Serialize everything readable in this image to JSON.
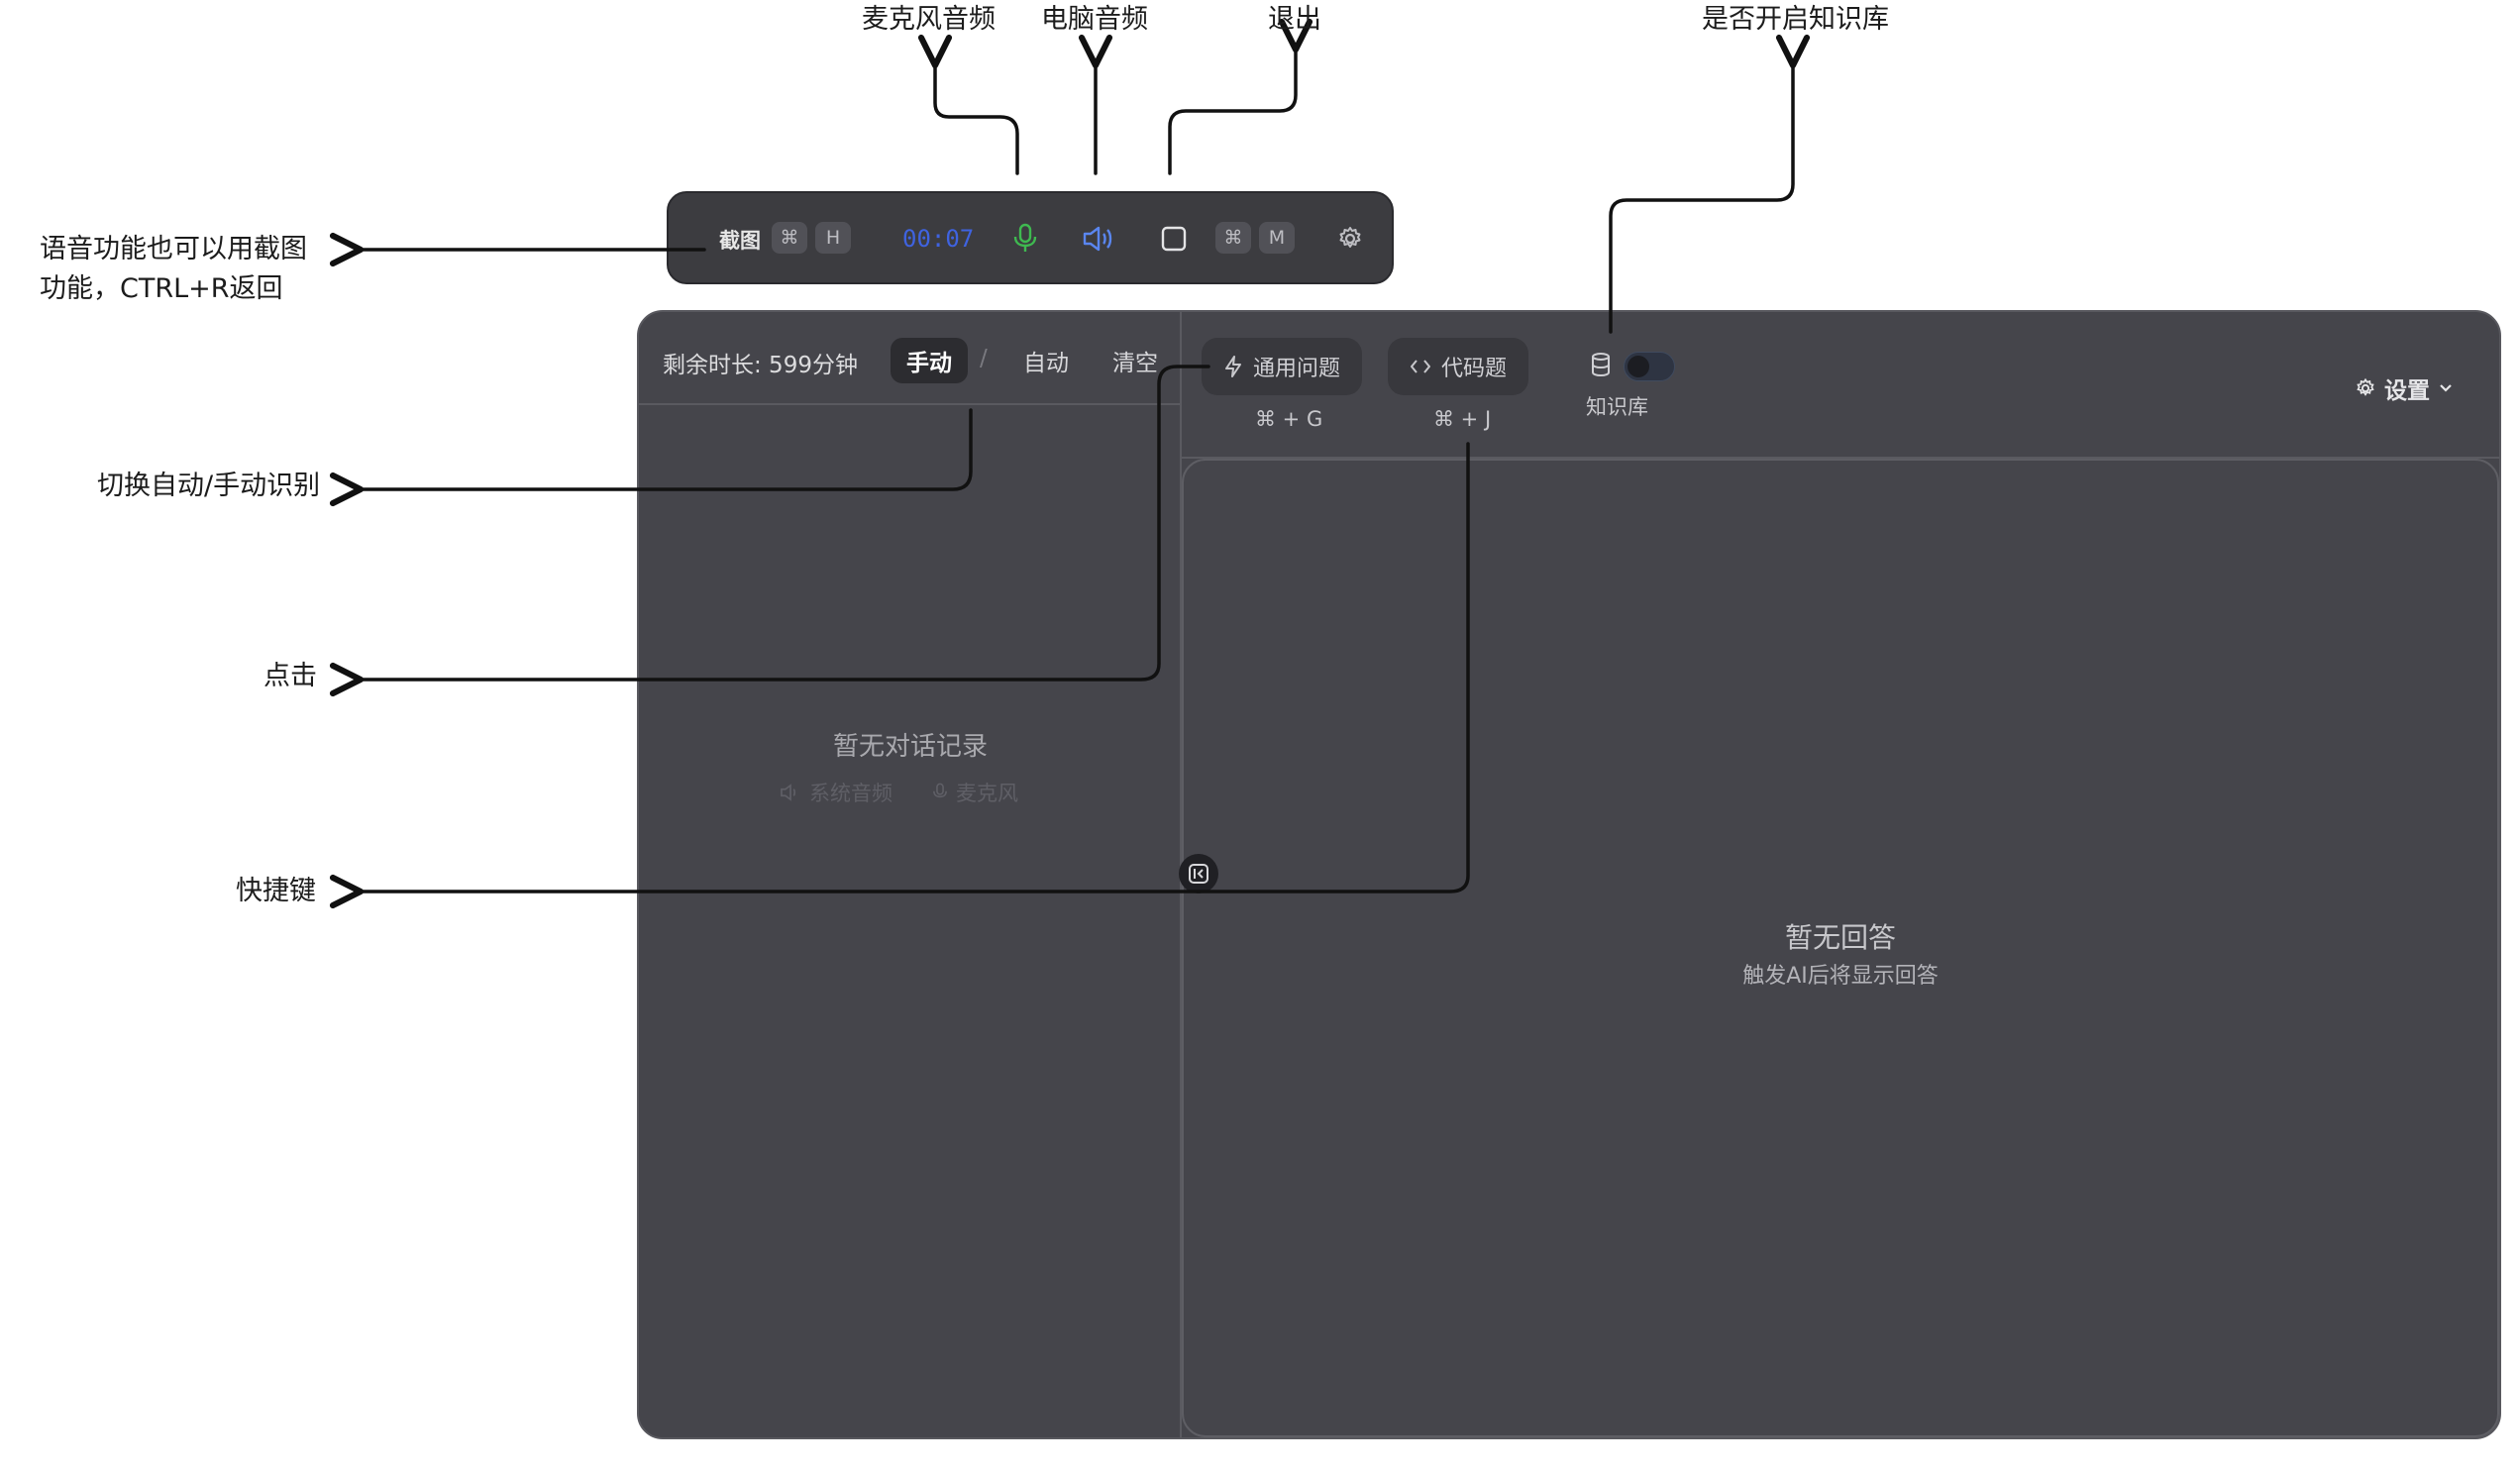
{
  "annotations": {
    "mic_audio": "麦克风音频",
    "pc_audio": "电脑音频",
    "exit": "退出",
    "knowledge_toggle": "是否开启知识库",
    "screenshot_hint": "语音功能也可以用截图功能，CTRL+R返回",
    "toggle_recognition": "切换自动/手动识别",
    "click": "点击",
    "shortcut": "快捷键"
  },
  "toolbar": {
    "screenshot_label": "截图",
    "screenshot_key1": "⌘",
    "screenshot_key2": "H",
    "timer": "00:07",
    "mute_key1": "⌘",
    "mute_key2": "M",
    "icons": [
      "mic-icon",
      "speaker-icon",
      "stop-square-icon",
      "gear-icon"
    ],
    "colors": {
      "mic": "#3fb950",
      "speaker": "#5a86f0",
      "timer": "#3f63e0"
    }
  },
  "left_pane": {
    "remaining": "剩余时长: 599分钟",
    "mode_manual": "手动",
    "separator": "/",
    "mode_auto": "自动",
    "clear": "清空",
    "empty_title": "暂无对话记录",
    "empty_sys_audio": "系统音频",
    "empty_mic": "麦克风"
  },
  "right_pane": {
    "general_question": "通用问题",
    "general_shortcut": "⌘ + G",
    "code_question": "代码题",
    "code_shortcut": "⌘ + J",
    "knowledge_base": "知识库",
    "knowledge_enabled": false,
    "settings": "设置",
    "empty_answer_title": "暂无回答",
    "empty_answer_sub": "触发AI后将显示回答"
  }
}
